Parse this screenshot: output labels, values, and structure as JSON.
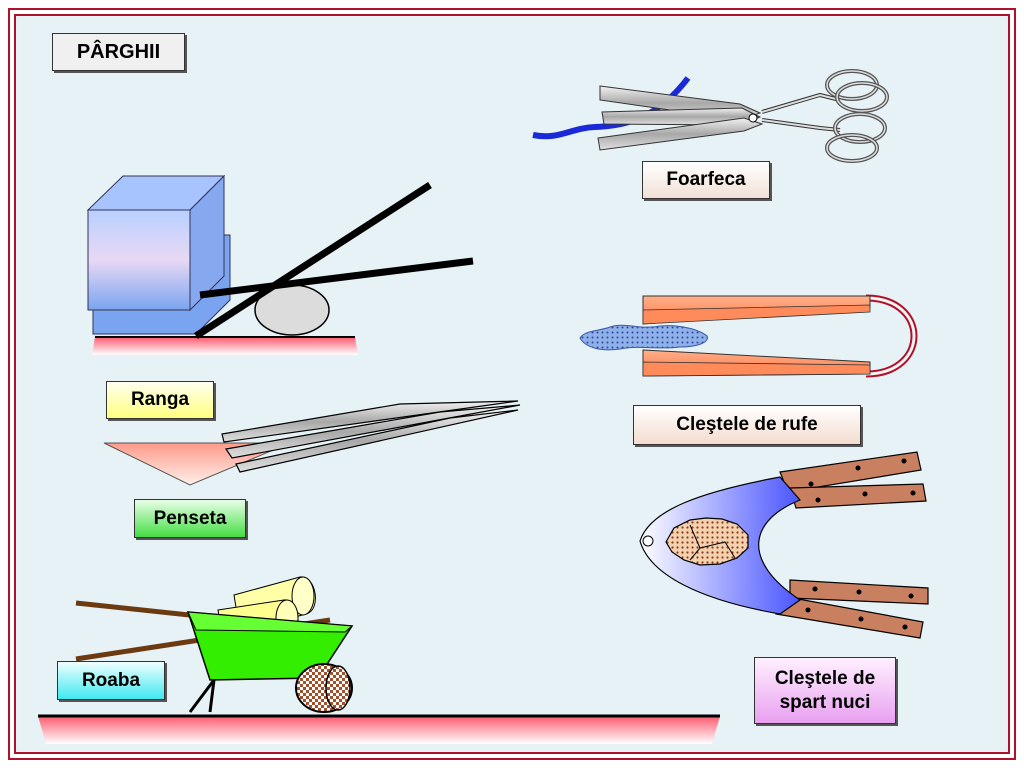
{
  "title": "PÂRGHII",
  "labels": {
    "foarfeca": "Foarfeca",
    "ranga": "Ranga",
    "clestele_rufe": "Cleştele de rufe",
    "penseta": "Penseta",
    "clestele_nuci": "Cleştele de spart nuci",
    "roaba": "Roaba"
  },
  "colors": {
    "frame": "#b0102a",
    "background": "#e6f2f6",
    "ranga_label": "#ffff80",
    "penseta_label": "#44dd44",
    "roaba_label": "#40e8f0",
    "nuci_label": "#e8a0f0",
    "wheelbarrow": "#33ee00"
  },
  "illustrations": [
    "crowbar-lifting-box",
    "scissors",
    "clothespin",
    "tweezers",
    "nutcracker",
    "wheelbarrow"
  ]
}
